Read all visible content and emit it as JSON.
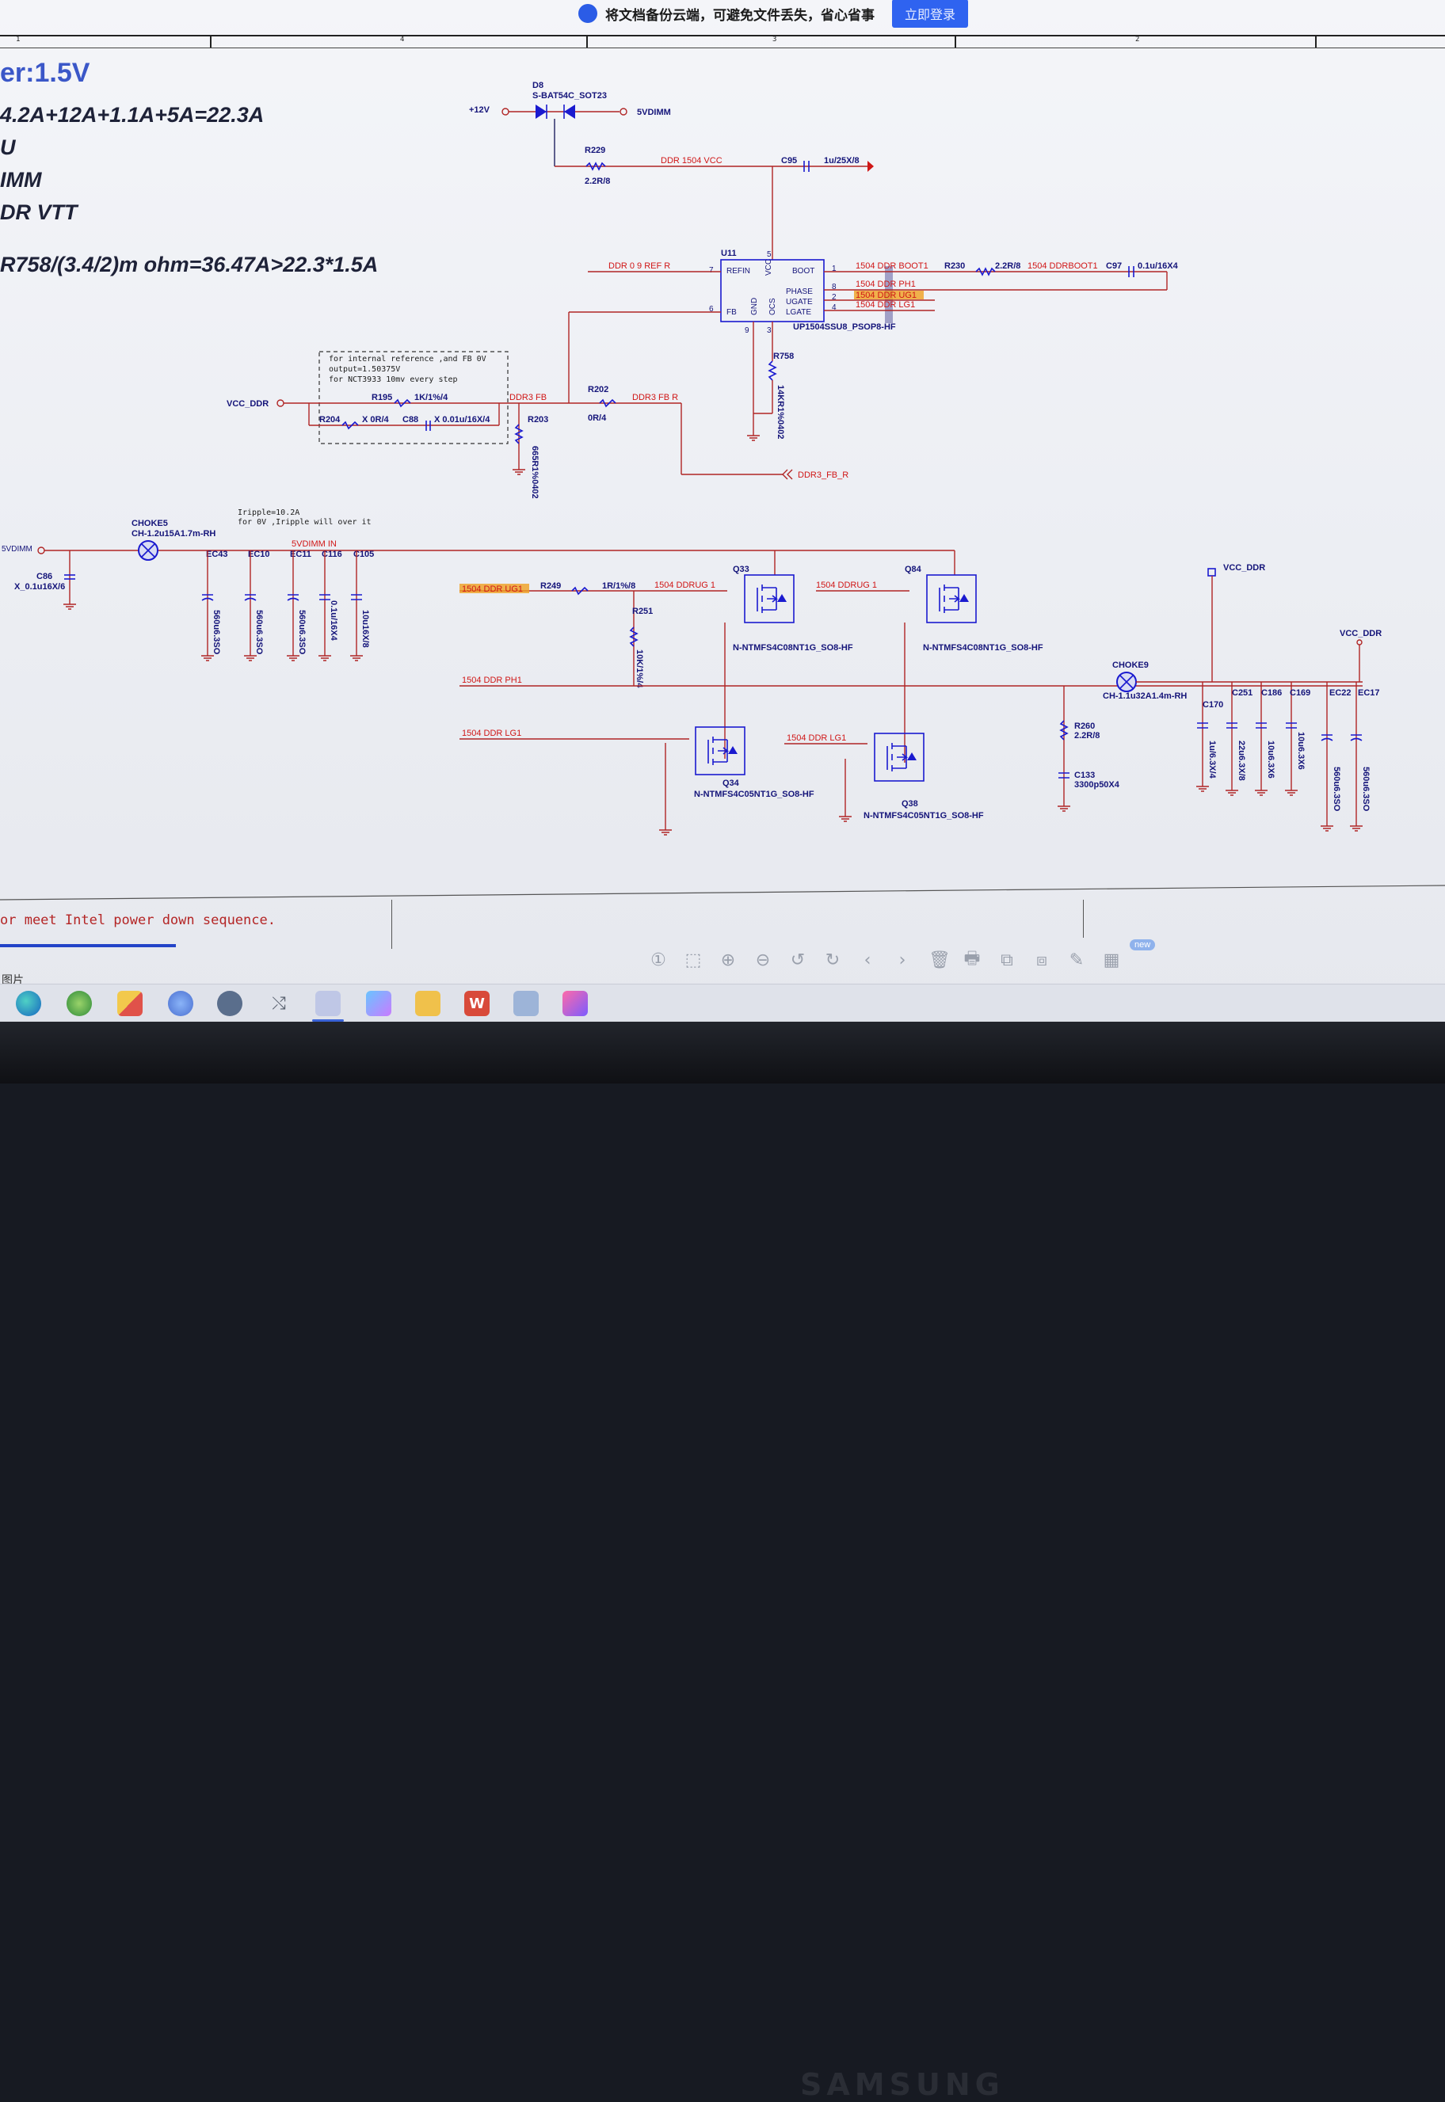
{
  "banner": {
    "text": "将文档备份云端，可避免文件丢失，省心省事",
    "login_button": "立即登录"
  },
  "ruler": {
    "labels": [
      "1",
      "4",
      "3",
      "2"
    ]
  },
  "notes_left": {
    "title": "er:1.5V",
    "line1": "4.2A+12A+1.1A+5A=22.3A",
    "line2": "U",
    "line3": "IMM",
    "line4": "DR VTT",
    "line5": "R758/(3.4/2)m ohm=36.47A>22.3*1.5A"
  },
  "ref_note": {
    "line1": "for internal reference ,and FB 0V",
    "line2": "output=1.50375V",
    "line3": "for NCT3933  10mv every step"
  },
  "ripple_note": {
    "line1": "Iripple=10.2A",
    "line2": "for 0V ,Iripple will over it"
  },
  "nets": {
    "p12v": "+12V",
    "v5dimm": "5VDIMM",
    "ddr_vcc": "DDR 1504 VCC",
    "ddr_ref": "DDR 0 9 REF R",
    "boot1": "1504 DDR BOOT1",
    "ddrboot1": "1504 DDRBOOT1",
    "ph1": "1504 DDR PH1",
    "ug1": "1504 DDR UG1",
    "lg1": "1504 DDR LG1",
    "ddr3_fb": "DDR3 FB",
    "ddr3_fb_r": "DDR3 FB R",
    "ddr3_fb_r_port": "DDR3_FB_R",
    "vcc_ddr": "VCC_DDR",
    "v5dimm_in": "5VDIMM IN",
    "v5dimm_left": "5VDIMM",
    "ddrug1": "1504 DDRUG 1",
    "ddrug1b": "1504 DDRUG 1",
    "ph1b": "1504 DDR PH1",
    "lg1b": "1504 DDR LG1",
    "lg1c": "1504 DDR LG1",
    "ug1b": "1504 DDR UG1",
    "vcc_ddr_right": "VCC_DDR",
    "vcc_ddr_far": "VCC_DDR"
  },
  "parts": {
    "d8": "D8",
    "d8_part": "S-BAT54C_SOT23",
    "r229": "R229",
    "r229_val": "2.2R/8",
    "c95": "C95",
    "c95_val": "1u/25X/8",
    "u11": "U11",
    "u11_part": "UP1504SSU8_PSOP8-HF",
    "pin_refin": "REFIN",
    "pin_vcc": "VCC",
    "pin_boot": "BOOT",
    "pin_phase": "PHASE",
    "pin_ugate": "UGATE",
    "pin_lgate": "LGATE",
    "pin_fb": "FB",
    "pin_gnd": "GND",
    "pin_ocs": "OCS",
    "r230": "R230",
    "r230_val": "2.2R/8",
    "c97": "C97",
    "c97_val": "0.1u/16X4",
    "r758": "R758",
    "r758_val": "14KR1%0402",
    "r195": "R195",
    "r195_val": "1K/1%/4",
    "r204": "R204",
    "r204_val": "X 0R/4",
    "c88": "C88",
    "c88_val": "X 0.01u/16X/4",
    "r203": "R203",
    "r203_val": "665R1%0402",
    "r202": "R202",
    "r202_val": "0R/4",
    "choke5": "CHOKE5",
    "choke5_part": "CH-1.2u15A1.7m-RH",
    "c86": "C86",
    "c86_val": "X_0.1u16X/6",
    "ec43": "EC43",
    "ec10": "EC10",
    "ec11": "EC11",
    "c116": "C116",
    "c105": "C105",
    "cap_560": "560u6.3SO",
    "cap_01": "0.1u/16X4",
    "cap_10": "10u16X/8",
    "r249": "R249",
    "r249_val": "1R/1%/8",
    "r251": "R251",
    "r251_val": "10K/1%/4",
    "q33": "Q33",
    "q34": "Q34",
    "q38": "Q38",
    "q84": "Q84",
    "mos_08": "N-NTMFS4C08NT1G_SO8-HF",
    "mos_05": "N-NTMFS4C05NT1G_SO8-HF",
    "choke9": "CHOKE9",
    "choke9_part": "CH-1.1u32A1.4m-RH",
    "r260": "R260",
    "r260_val": "2.2R/8",
    "c133": "C133",
    "c133_val": "3300p50X4",
    "c170": "C170",
    "c251": "C251",
    "c186": "C186",
    "c169": "C169",
    "ec22": "EC22",
    "ec17": "EC17",
    "c170_val": "1u/6.3X/4",
    "c251_val": "22u6.3X/8",
    "c186_val": "10u6.3X6",
    "c169_val": "10u6.3X6",
    "ec22_val": "560u6.3SO",
    "ec17_val": "560u6.3SO",
    "n1": "1",
    "n2": "2",
    "n3": "3",
    "n4": "4",
    "n5": "5",
    "n6": "6",
    "n7": "7",
    "n8": "8",
    "n9": "9"
  },
  "footer": {
    "note": "or meet Intel power down sequence.",
    "pic_label": "图片"
  },
  "viewer_toolbar": [
    "①",
    "⬚",
    "⊕",
    "⊖",
    "↺",
    "↻",
    "‹",
    "›",
    "🗑",
    "🖶",
    "⧉",
    "⧈",
    "✎",
    "▦"
  ],
  "new_badge": "new",
  "taskbar": {
    "icons": [
      "edge-icon",
      "browser-icon",
      "apps-icon",
      "settings-icon",
      "network-icon",
      "shuffle-icon",
      "photos-icon",
      "app-icon",
      "explorer-icon",
      "wps-icon",
      "notes-icon",
      "media-icon"
    ]
  },
  "brand": "SAMSUNG",
  "colors": {
    "wire": "#b02525",
    "net_text": "#d01616",
    "part_text": "#15157a",
    "banner_button": "#2f63f0"
  }
}
